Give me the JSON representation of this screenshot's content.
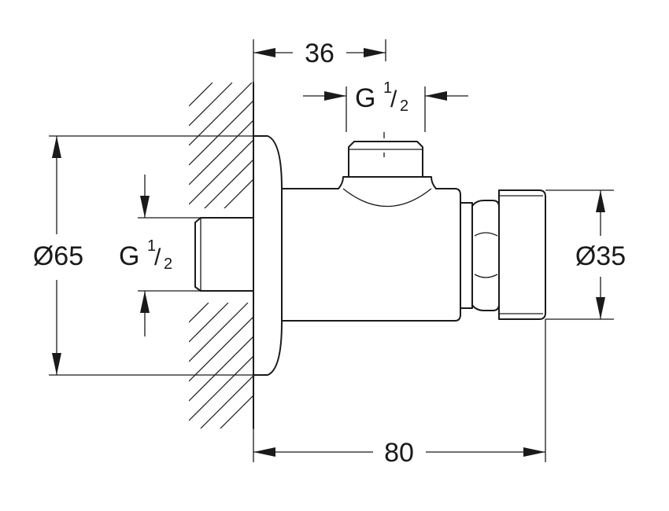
{
  "dimensions": {
    "width_top": "36",
    "thread_top": {
      "prefix": "G",
      "num": "1",
      "slash": "/",
      "den": "2"
    },
    "thread_left": {
      "prefix": "G",
      "num": "1",
      "slash": "/",
      "den": "2"
    },
    "diameter_left": "Ø65",
    "diameter_right": "Ø35",
    "length_bottom": "80"
  },
  "colors": {
    "line": "#1a1a1a",
    "background": "#ffffff"
  }
}
